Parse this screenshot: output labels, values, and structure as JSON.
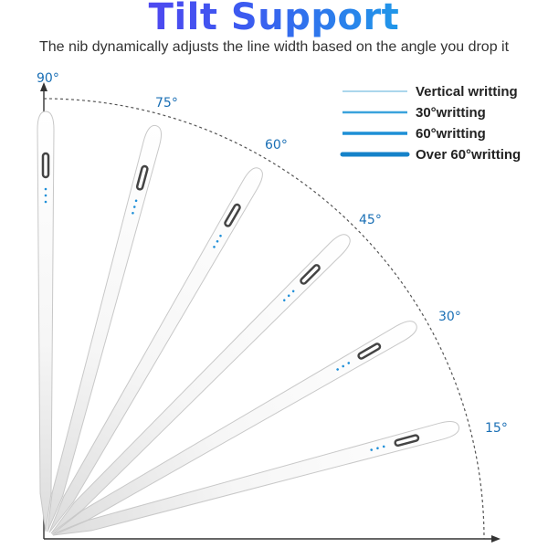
{
  "title": "Tilt Support",
  "subtitle": "The nib dynamically adjusts the line width based on the angle you drop it",
  "angles": [
    "90°",
    "75°",
    "60°",
    "45°",
    "30°",
    "15°"
  ],
  "legend": [
    {
      "label": "Vertical writting",
      "line_color": "#8fc9e6"
    },
    {
      "label": "30°writting",
      "line_color": "#3aa3dc"
    },
    {
      "label": "60°writting",
      "line_color": "#1d8fd6"
    },
    {
      "label": "Over 60°writting",
      "line_color": "#1582c9"
    }
  ],
  "colors": {
    "accent": "#1a6fb5",
    "pen": "#ffffff",
    "arc": "#555555"
  }
}
